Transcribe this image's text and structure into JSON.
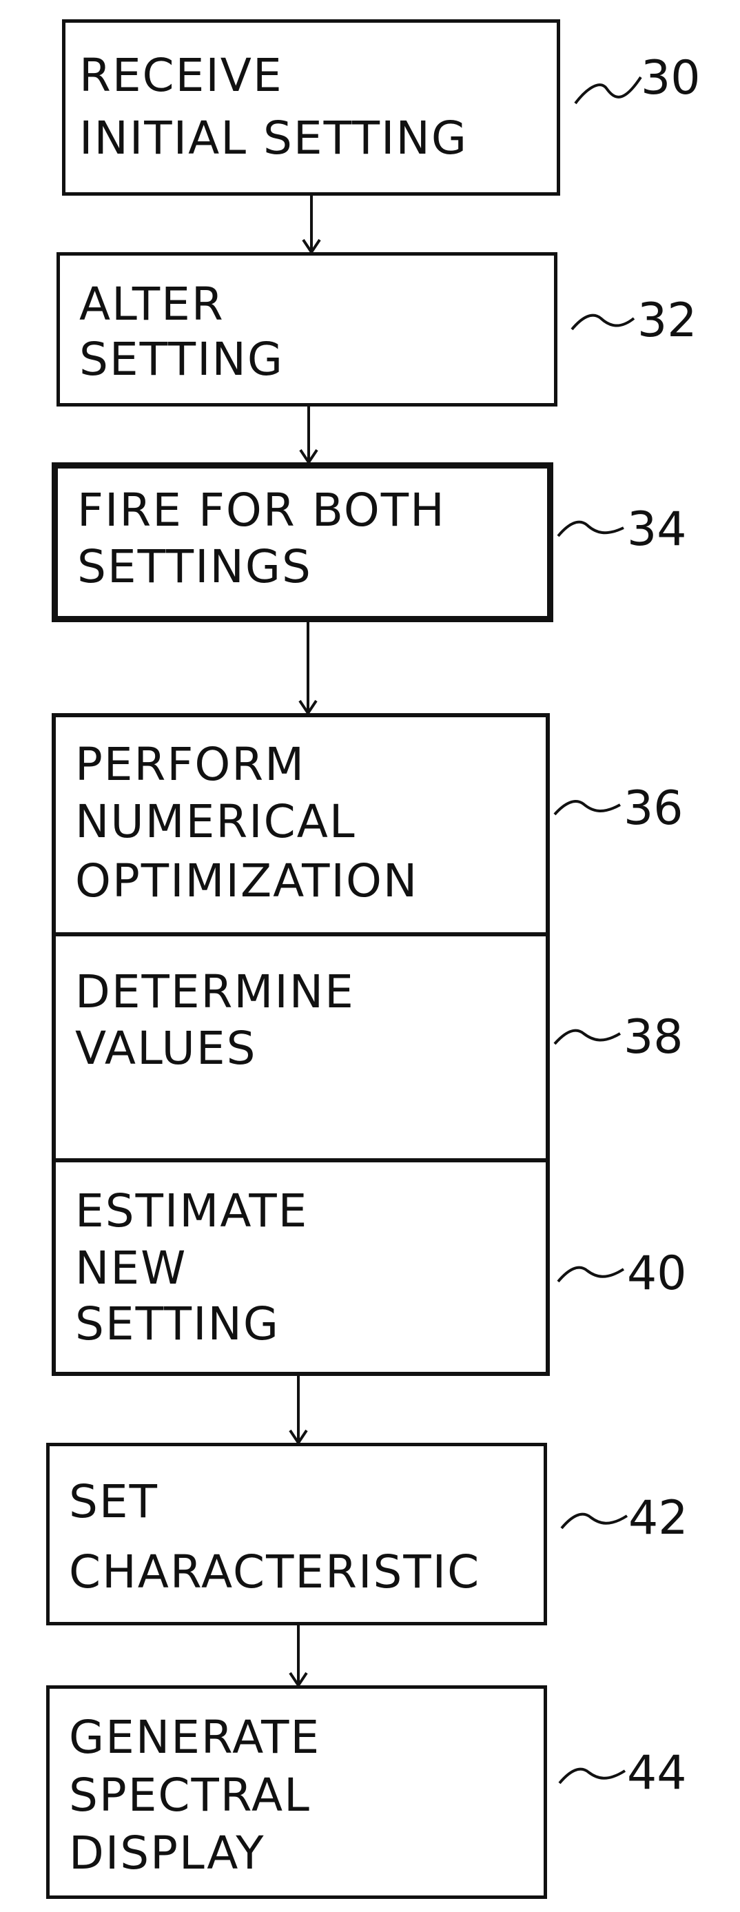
{
  "steps": [
    {
      "ref": "30",
      "lines": [
        "RECEIVE",
        "INITIAL SETTING"
      ]
    },
    {
      "ref": "32",
      "lines": [
        "ALTER",
        "SETTING"
      ]
    },
    {
      "ref": "34",
      "lines": [
        "FIRE FOR BOTH",
        "SETTINGS"
      ]
    },
    {
      "ref": "36",
      "lines": [
        "PERFORM",
        "NUMERICAL",
        "OPTIMIZATION"
      ]
    },
    {
      "ref": "38",
      "lines": [
        "DETERMINE",
        "VALUES"
      ]
    },
    {
      "ref": "40",
      "lines": [
        "ESTIMATE",
        "NEW",
        "SETTING"
      ]
    },
    {
      "ref": "42",
      "lines": [
        "SET",
        "CHARACTERISTIC"
      ]
    },
    {
      "ref": "44",
      "lines": [
        "GENERATE",
        "SPECTRAL",
        "DISPLAY"
      ]
    }
  ]
}
